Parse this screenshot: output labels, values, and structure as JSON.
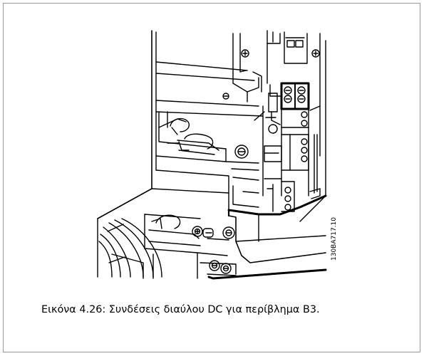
{
  "figure": {
    "illustration_icon": "dc-bus-terminal-connection-drawing",
    "figure_code": "130BA717.10",
    "caption": "Εικόνα 4.26: Συνδέσεις διαύλου DC για περίβλημα B3."
  }
}
